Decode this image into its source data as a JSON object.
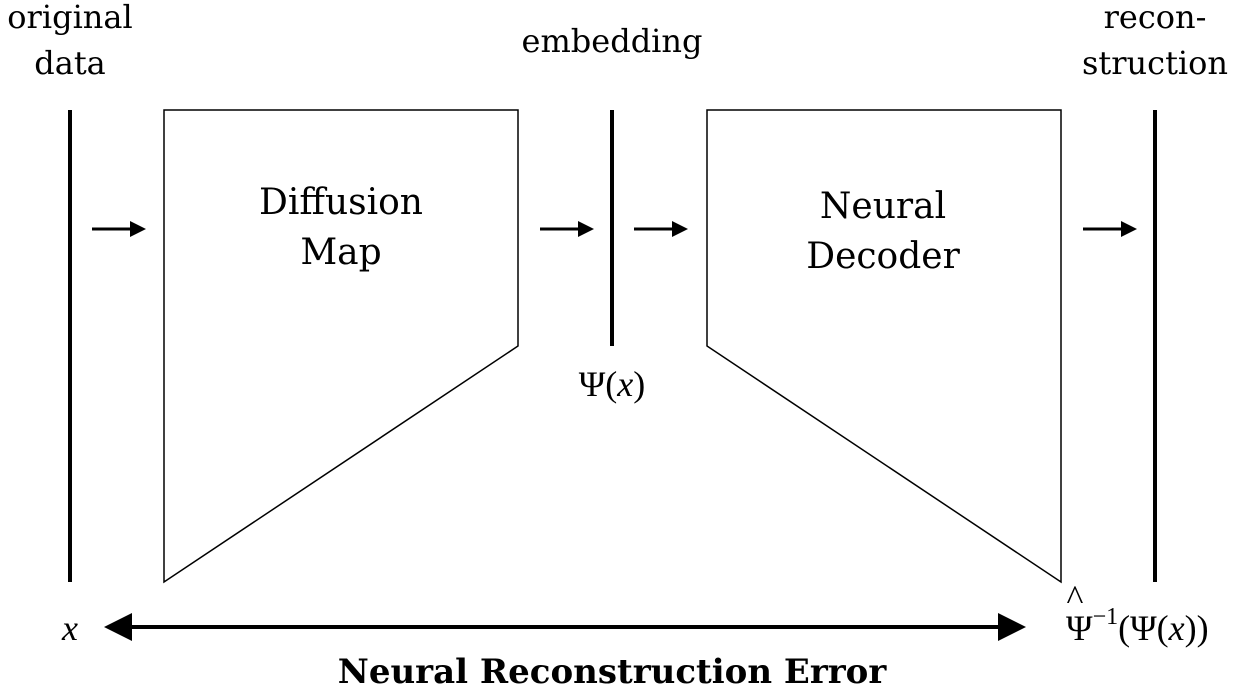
{
  "labels": {
    "original_line1": "original",
    "original_line2": "data",
    "embedding": "embedding",
    "recon_line1": "recon-",
    "recon_line2": "struction",
    "diffusion_line1": "Diffusion",
    "diffusion_line2": "Map",
    "decoder_line1": "Neural",
    "decoder_line2": "Decoder",
    "psi_symbol": "Ψ",
    "psi_open": "(",
    "psi_var": "x",
    "psi_close": ")",
    "x_var": "x",
    "recon_psi": "Ψ",
    "recon_hat": "^",
    "recon_sup": "−1",
    "recon_open": "(Ψ(",
    "recon_var": "x",
    "recon_close": "))",
    "error_title": "Neural Reconstruction Error"
  }
}
